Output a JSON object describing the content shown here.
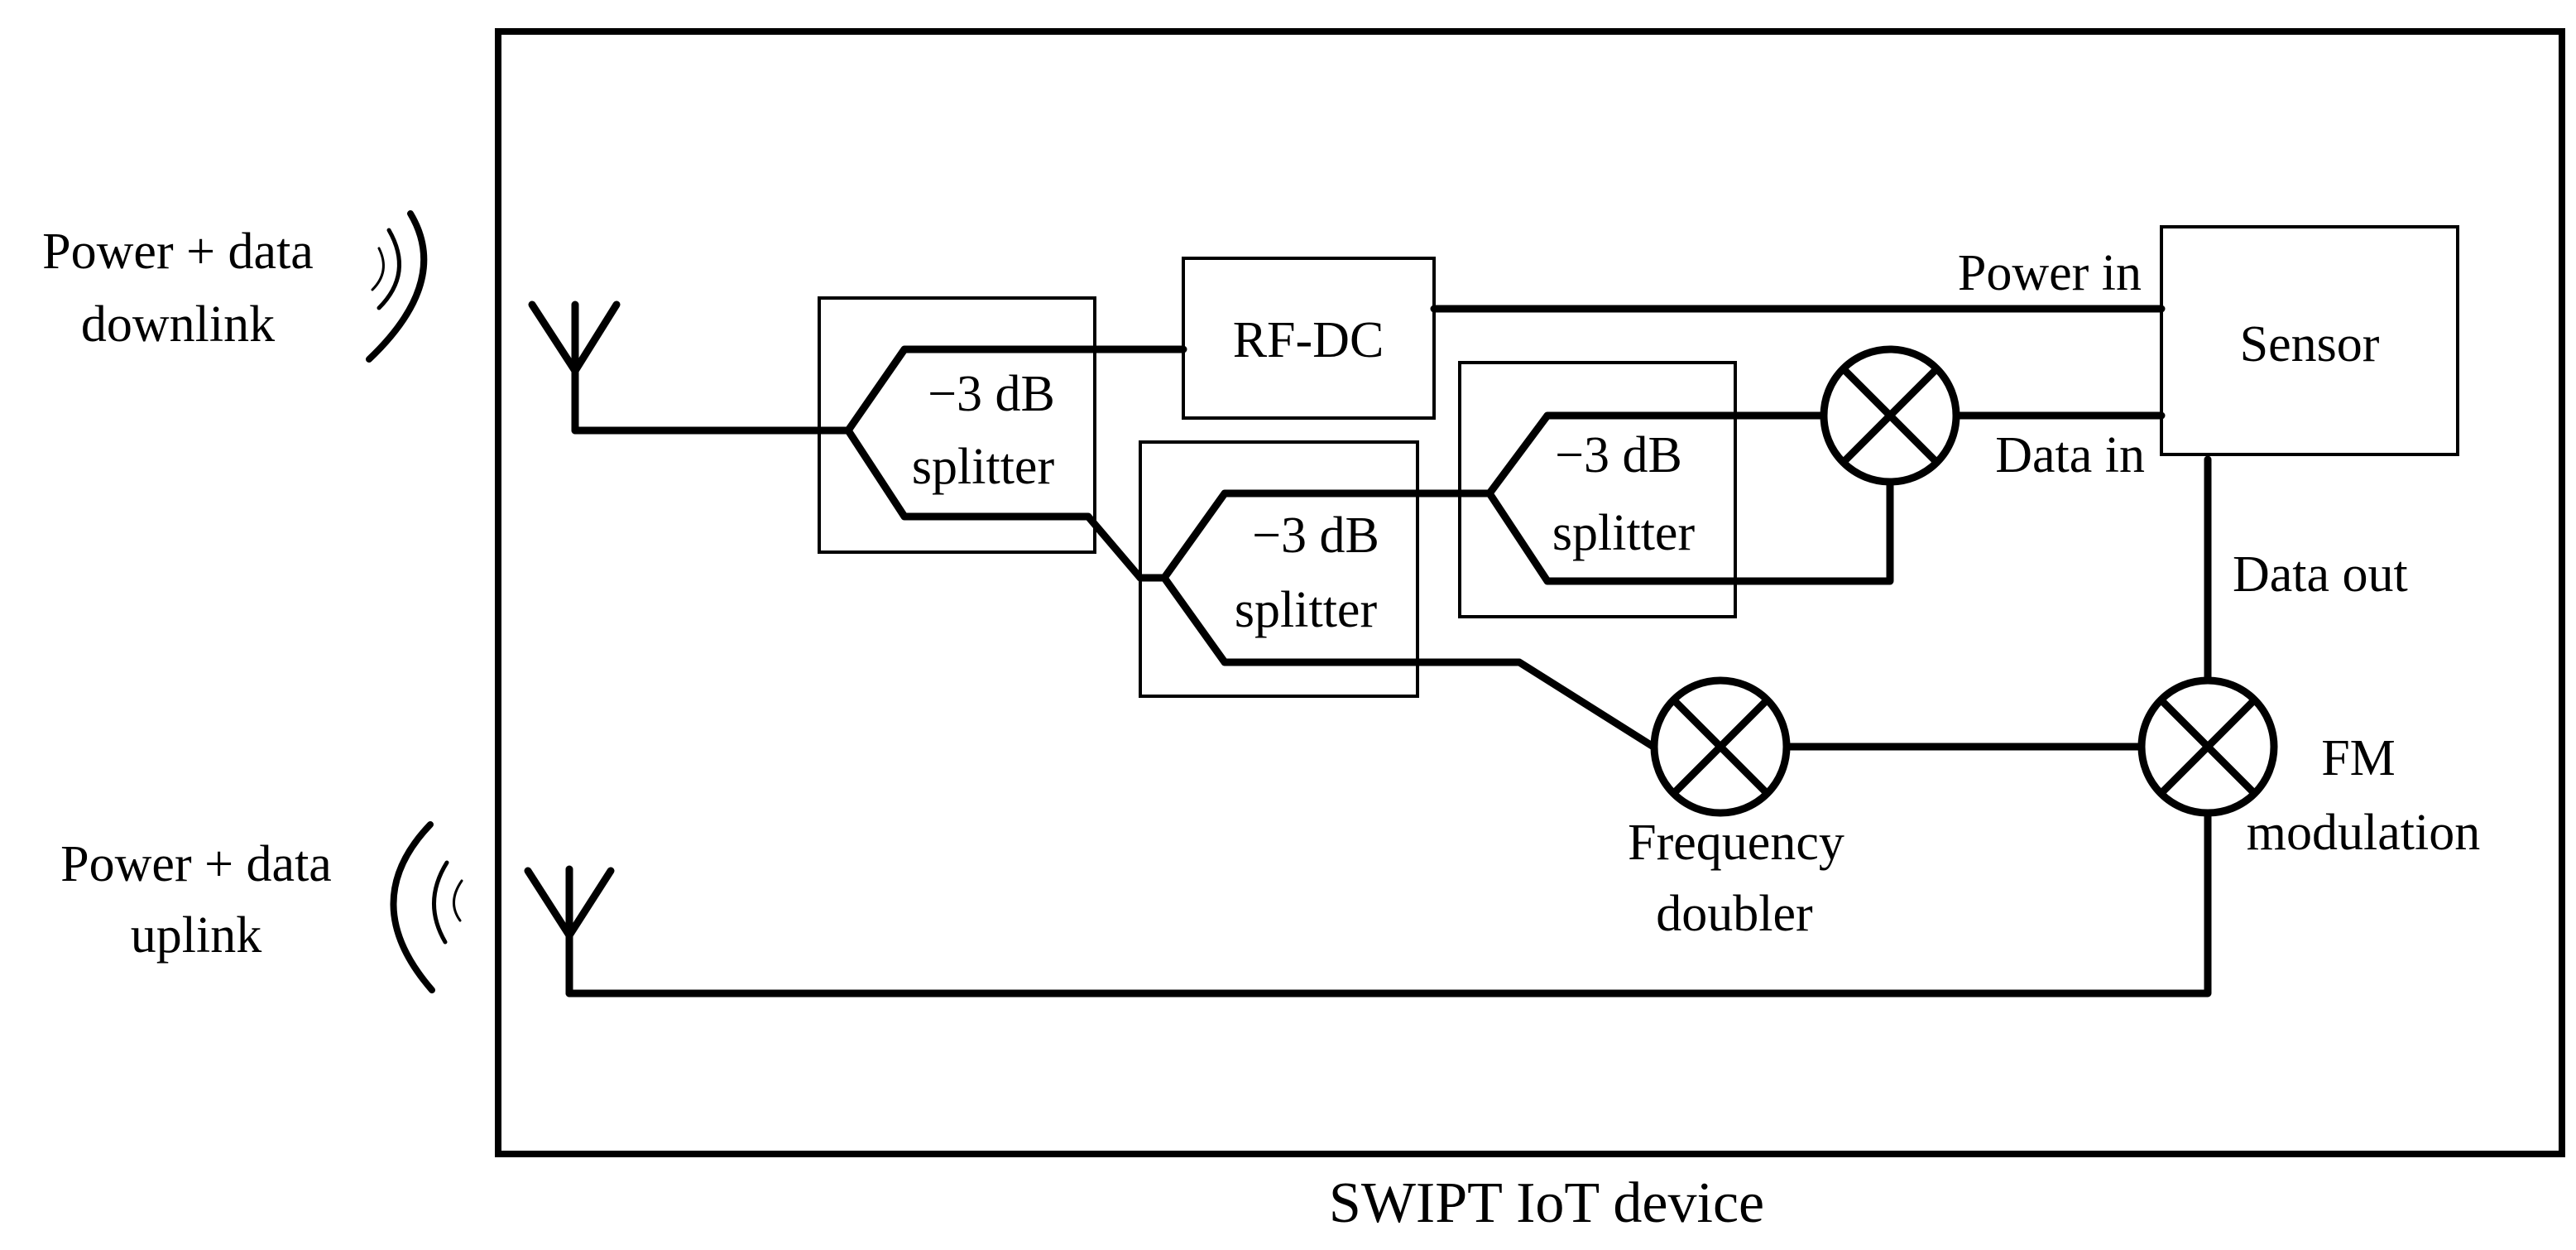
{
  "device": {
    "title": "SWIPT IoT device"
  },
  "external": {
    "downlink": {
      "line1": "Power + data",
      "line2": "downlink"
    },
    "uplink": {
      "line1": "Power + data",
      "line2": "uplink"
    }
  },
  "blocks": {
    "rfdc": "RF-DC",
    "sensor": "Sensor",
    "splitter1": {
      "line1": "−3 dB",
      "line2": "splitter"
    },
    "splitter2": {
      "line1": "−3 dB",
      "line2": "splitter"
    },
    "splitter3": {
      "line1": "−3 dB",
      "line2": "splitter"
    }
  },
  "mixers": {
    "frequency_doubler": {
      "line1": "Frequency",
      "line2": "doubler"
    },
    "fm_modulation": {
      "line1": "FM",
      "line2": "modulation"
    }
  },
  "signals": {
    "power_in": "Power in",
    "data_in": "Data in",
    "data_out": "Data out"
  }
}
